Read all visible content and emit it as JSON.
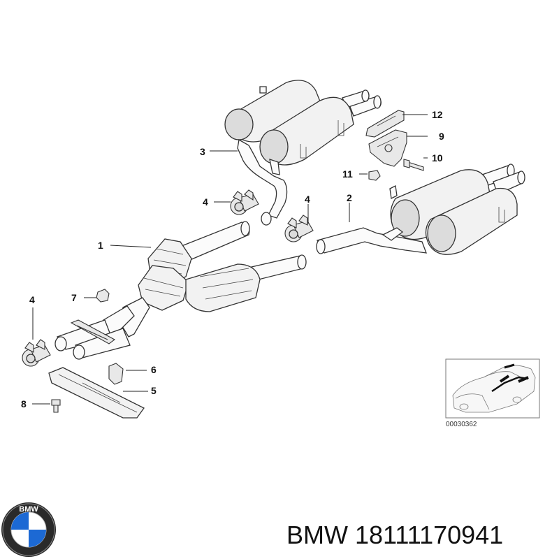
{
  "diagram": {
    "labels": {
      "p1": "1",
      "p2": "2",
      "p3": "3",
      "p4a": "4",
      "p4b": "4",
      "p4c": "4",
      "p5": "5",
      "p6": "6",
      "p7": "7",
      "p8": "8",
      "p9": "9",
      "p10": "10",
      "p11": "11",
      "p12": "12"
    },
    "reference_code": "00030362"
  },
  "brand": {
    "logo_icon": "bmw-roundel-logo",
    "logo_text": "BMW",
    "caption": "BMW 18111170941"
  },
  "colors": {
    "line": "#333333",
    "logo_blue": "#1c69d4",
    "logo_ring": "#1a1a1a"
  }
}
